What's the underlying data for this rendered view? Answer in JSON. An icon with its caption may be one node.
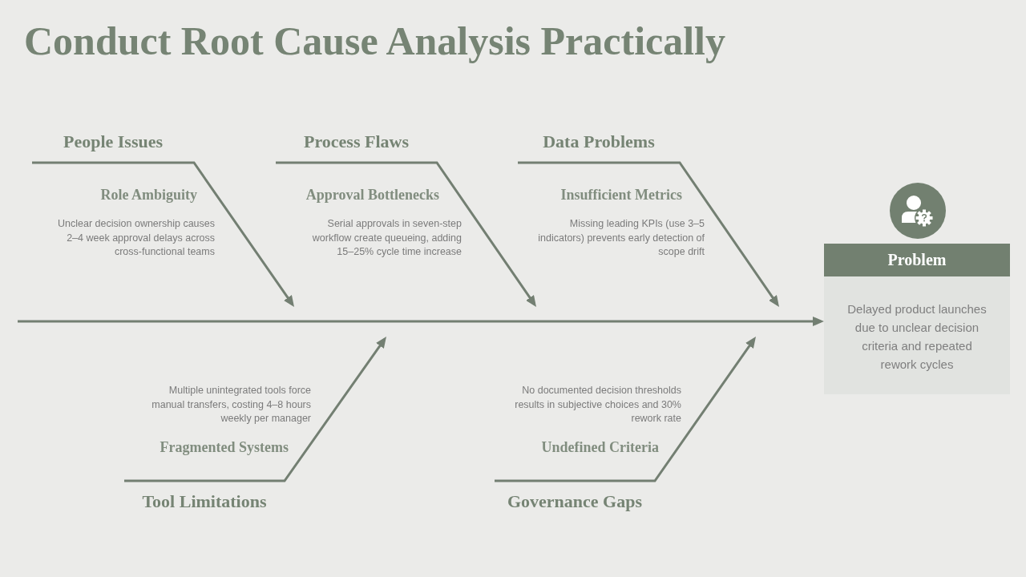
{
  "diagram": {
    "title": "Conduct Root Cause Analysis Practically",
    "nodes": [
      {
        "text": [
          "People Issues"
        ],
        "beside": [
          "Role Ambiguity",
          "Unclear decision ownership causes 2–4  week approval delays across cross-functional teams"
        ]
      },
      {
        "text": [
          "Process Flaws"
        ],
        "beside": [
          "Approval Bottlenecks",
          "Serial approvals in seven-step workflow create queueing, adding 15–25%  cycle time increase"
        ]
      },
      {
        "text": [
          "Data Problems"
        ],
        "beside": [
          "Insufficient Metrics",
          "Missing leading KPIs (use 3–5 indicators) prevents early detection of scope drift"
        ]
      },
      {
        "text": [
          "Problem",
          "Delayed product launches due to unclear decision criteria and repeated rework cycles"
        ]
      },
      {
        "text": [
          "Tool Limitations"
        ],
        "beside": [
          "Fragmented Systems",
          "Multiple unintegrated tools force manual transfers, costing 4–8 hours weekly per manager"
        ]
      },
      {
        "text": [
          "Governance Gaps"
        ],
        "beside": [
          "Undefined Criteria",
          "No documented decision thresholds results in subjective choices and 30% rework rate"
        ]
      }
    ],
    "edges": [
      {
        "from": 0,
        "to": null,
        "arrow": "to"
      },
      {
        "from": 1,
        "to": null,
        "arrow": "to"
      },
      {
        "from": 2,
        "to": null,
        "arrow": "to"
      },
      {
        "from": 4,
        "to": null,
        "arrow": "to"
      },
      {
        "from": 5,
        "to": null,
        "arrow": "to"
      },
      {
        "from": null,
        "to": 3,
        "arrow": "to"
      }
    ]
  }
}
